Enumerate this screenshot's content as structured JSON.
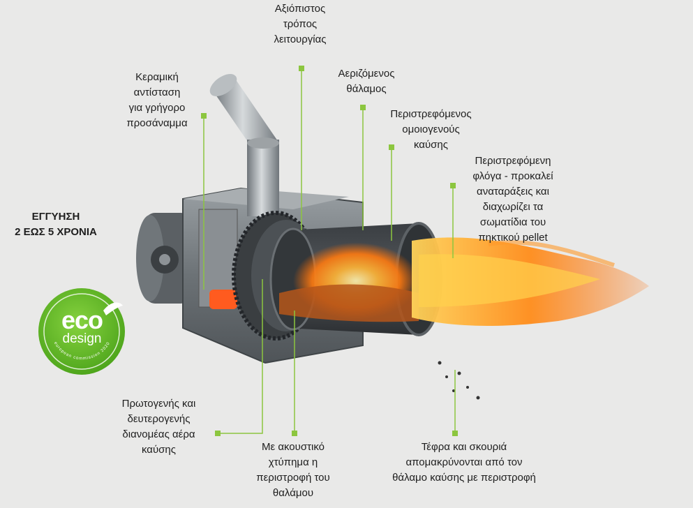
{
  "labels": {
    "reliable": "Αξιόπιστος\nτρόπος\nλειτουργίας",
    "ceramic": "Κεραμική\nαντίσταση\nγια γρήγορο\nπροσάναμμα",
    "aerated": "Αεριζόμενος\nθάλαμος",
    "rotating_homogeneous": "Περιστρεφόμενος\nομοιογενούς\nκαύσης",
    "rotating_flame": "Περιστρεφόμενη\nφλόγα - προκαλεί\nαναταράξεις και\nδιαχωρίζει τα\nσωματίδια του\nπηκτικού pellet",
    "warranty": "ΕΓΓΥΗΣΗ\n2 ΕΩΣ 5 ΧΡΟΝΙΑ",
    "primary_secondary": "Πρωτογενής και\nδευτερογενής\nδιανομέας αέρα\nκαύσης",
    "acoustic": "Με ακουστικό\nχτύπημα η\nπεριστροφή του\nθαλάμου",
    "ash": "Τέφρα και σκουριά\nαπομακρύνονται από τον\nθάλαμο καύσης με περιστροφή"
  },
  "eco_logo": {
    "main": "eco",
    "sub": "design",
    "ring": "european commission 2020"
  },
  "colors": {
    "accent_green": "#8cc63f",
    "eco_green": "#6abf2e",
    "flame_orange": "#ff8a1c",
    "metal_gray": "#8a8f94"
  }
}
